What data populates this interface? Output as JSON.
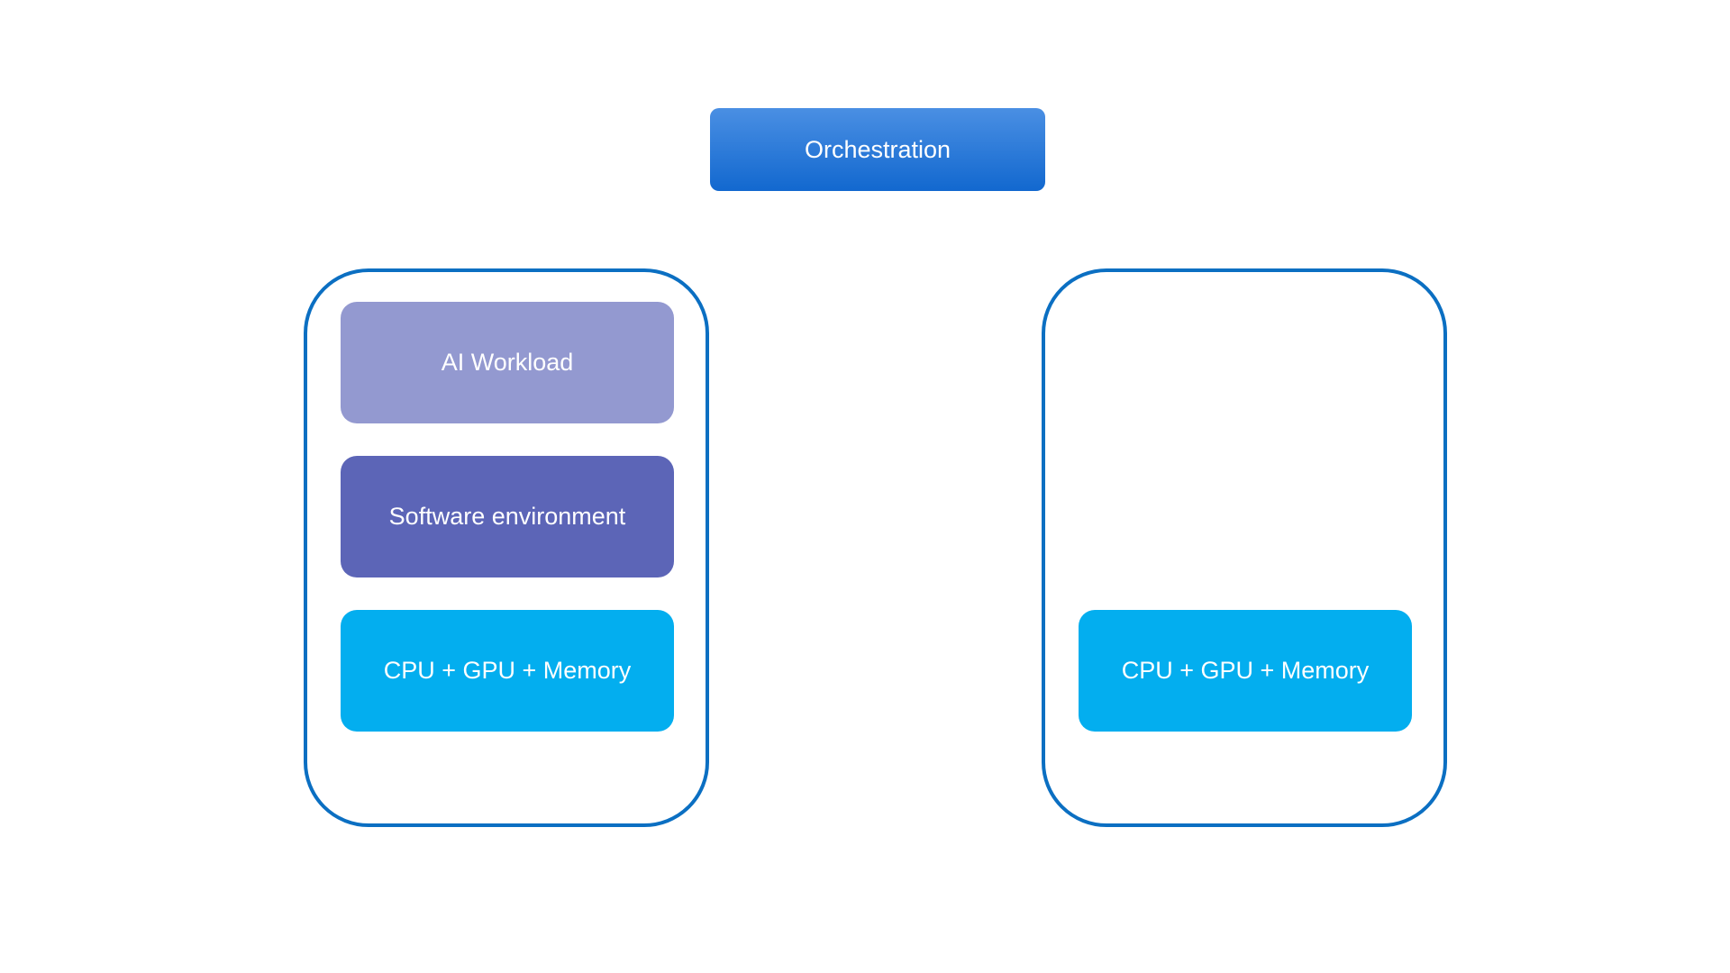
{
  "orchestration": {
    "label": "Orchestration",
    "color_top": "#4a8fe3",
    "color_bottom": "#1268cf"
  },
  "border_color": "#0b6fc2",
  "nodes": [
    {
      "layers": [
        {
          "label": "AI Workload",
          "color": "#9399d0"
        },
        {
          "label": "Software environment",
          "color": "#5c65b7"
        },
        {
          "label": "CPU + GPU + Memory",
          "color": "#03aeef"
        }
      ]
    },
    {
      "layers": [
        {
          "label": "CPU + GPU + Memory",
          "color": "#03aeef"
        }
      ]
    }
  ]
}
